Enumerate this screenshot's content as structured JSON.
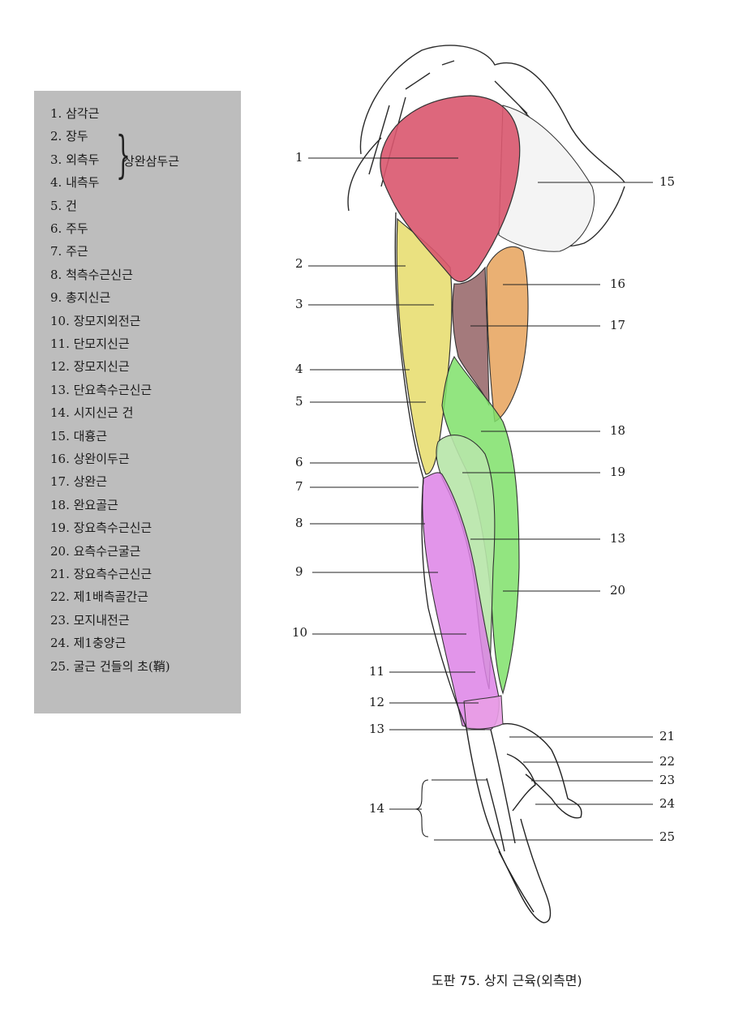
{
  "legend": {
    "items": [
      "1. 삼각근",
      "2. 장두",
      "3. 외측두",
      "4. 내측두",
      "5. 건",
      "6. 주두",
      "7. 주근",
      "8. 척측수근신근",
      "9. 총지신근",
      "10. 장모지외전근",
      "11. 단모지신근",
      "12. 장모지신근",
      "13. 단요측수근신근",
      "14. 시지신근 건",
      "15. 대흉근",
      "16. 상완이두근",
      "17. 상완근",
      "18. 완요골근",
      "19. 장요측수근신근",
      "20. 요측수근굴근",
      "21. 장요측수근신근",
      "22. 제1배측골간근",
      "23. 모지내전근",
      "24. 제1충양근",
      "25. 굴근 건들의 초(鞘)"
    ],
    "group_label": "상완삼두근"
  },
  "callouts": {
    "left": [
      "1",
      "2",
      "3",
      "4",
      "5",
      "6",
      "7",
      "8",
      "9",
      "10",
      "11",
      "12",
      "13",
      "14"
    ],
    "right": [
      "15",
      "16",
      "17",
      "18",
      "19",
      "13",
      "20",
      "21",
      "22",
      "23",
      "24",
      "25"
    ]
  },
  "colors": {
    "deltoid": "#d9566e",
    "triceps": "#e6dc6a",
    "biceps": "#e6a25a",
    "brachialis": "#9a6b6e",
    "brachioradialis": "#7fe06a",
    "ext_carpi_radialis_longus": "#b7e6a9",
    "extensors_forearm": "#dd82e6",
    "legend_bg": "#bdbdbd"
  },
  "caption": "도판 75. 상지 근육(외측면)"
}
